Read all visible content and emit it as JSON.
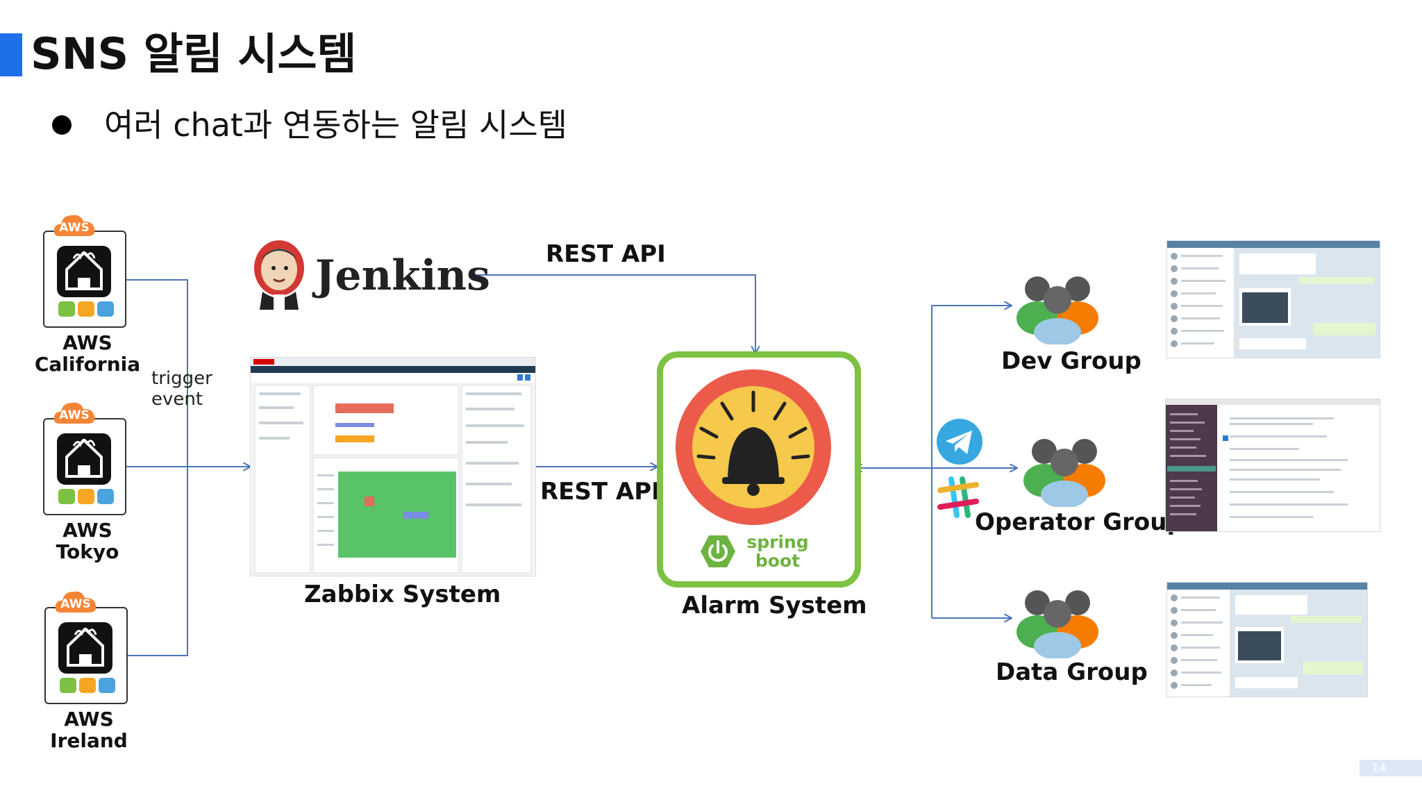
{
  "slide": {
    "title": "SNS 알림 시스템",
    "bullet": "여러 chat과 연동하는 알림 시스템",
    "page_number": "14"
  },
  "regions": [
    {
      "badge": "AWS",
      "name_line1": "AWS",
      "name_line2": "California"
    },
    {
      "badge": "AWS",
      "name_line1": "AWS",
      "name_line2": "Tokyo"
    },
    {
      "badge": "AWS",
      "name_line1": "AWS",
      "name_line2": "Ireland"
    }
  ],
  "labels": {
    "trigger_line1": "trigger",
    "trigger_line2": "event",
    "jenkins": "Jenkins",
    "rest_api_top": "REST API",
    "rest_api_mid": "REST API",
    "zabbix": "Zabbix System",
    "alarm": "Alarm System",
    "spring_line1": "spring",
    "spring_line2": "boot"
  },
  "groups": [
    {
      "name": "Dev Group"
    },
    {
      "name": "Operator Group"
    },
    {
      "name": "Data Group"
    }
  ],
  "colors": {
    "accent": "#1f6feb",
    "arrow": "#4a74b8",
    "spring_green": "#6db33f",
    "alarm_border": "#7dc242",
    "aws_orange": "#f58536"
  },
  "icons": {
    "telegram": "telegram-icon",
    "slack": "slack-icon",
    "bell": "bell-icon"
  }
}
